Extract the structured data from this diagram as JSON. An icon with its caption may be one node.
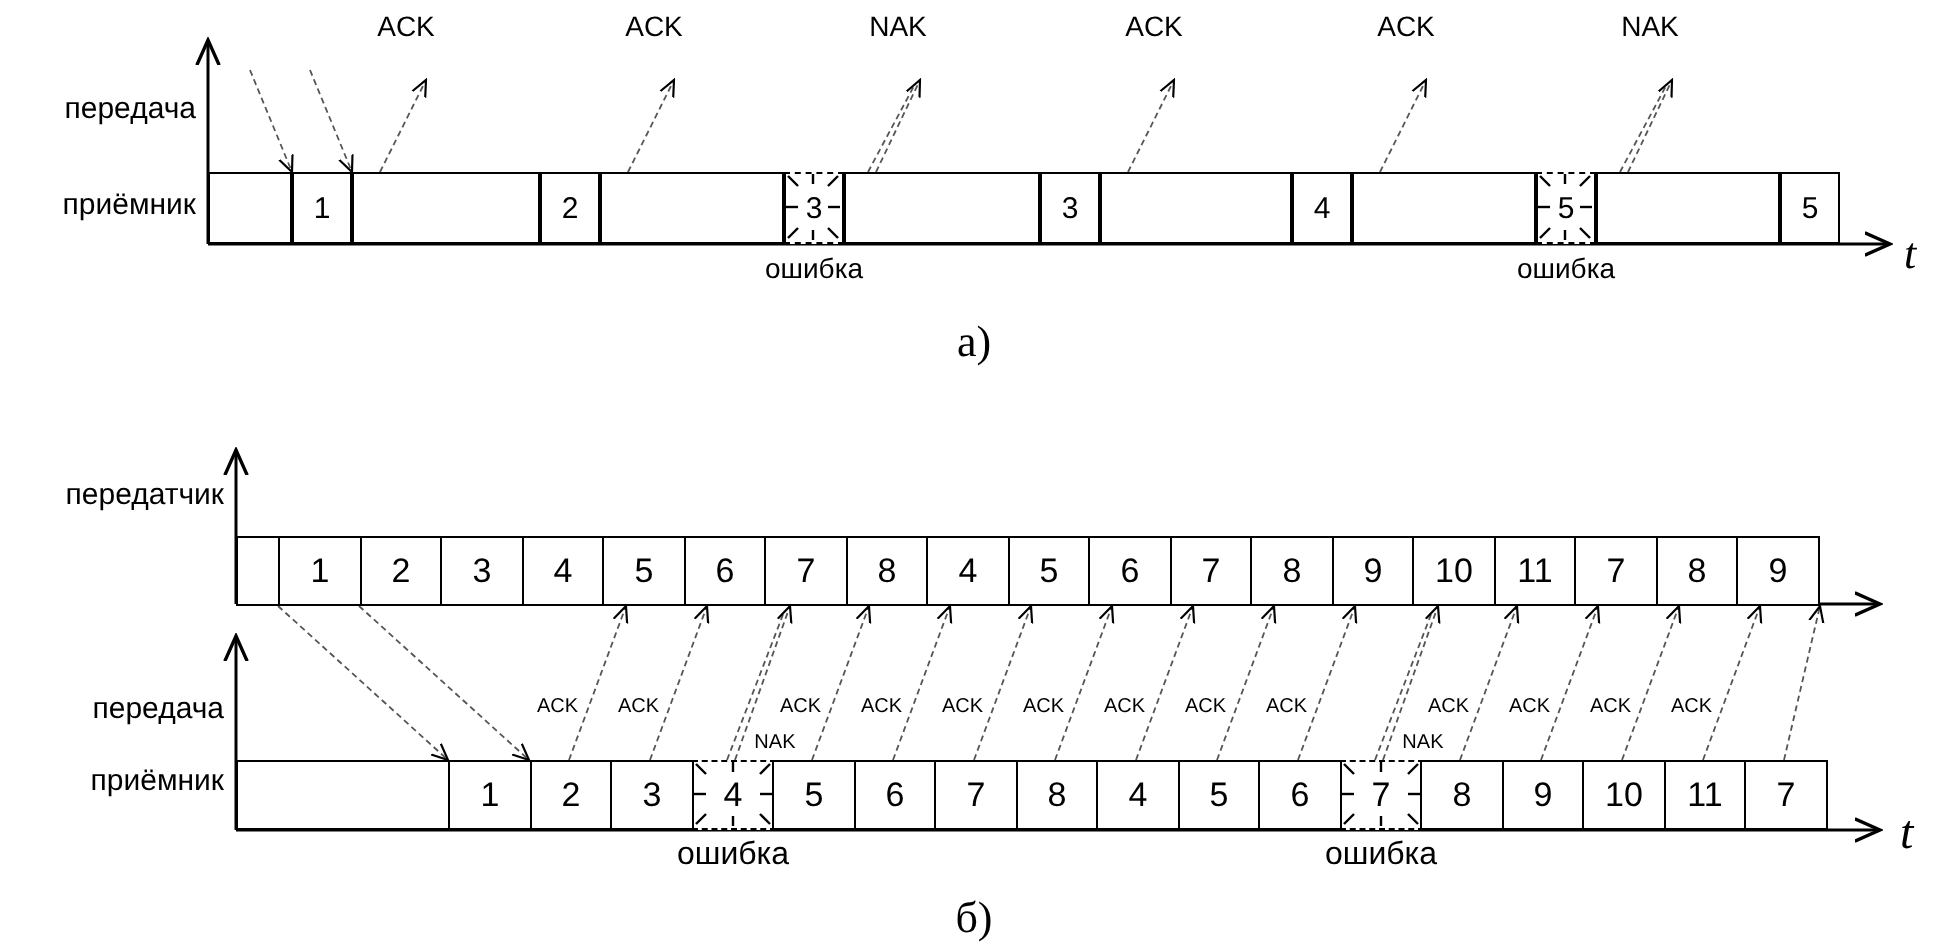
{
  "diagram": {
    "nodes": [
      {
        "text": [],
        "shape": "box"
      },
      {
        "text": [
          "1"
        ]
      },
      {
        "text": [],
        "shape": "box"
      },
      {
        "text": [
          "2"
        ]
      },
      {
        "text": [],
        "shape": "box"
      },
      {
        "text": [
          "3"
        ],
        "beside": [
          "ошибка"
        ]
      },
      {
        "text": [],
        "shape": "box"
      },
      {
        "text": [
          "3"
        ]
      },
      {
        "text": [],
        "shape": "box"
      },
      {
        "text": [
          "4"
        ]
      },
      {
        "text": [],
        "shape": "box"
      },
      {
        "text": [
          "5"
        ],
        "beside": [
          "ошибка"
        ]
      },
      {
        "text": [],
        "shape": "box"
      },
      {
        "text": [
          "5"
        ]
      },
      {
        "text": [],
        "shape": "box"
      },
      {
        "text": [
          "1"
        ]
      },
      {
        "text": [
          "2"
        ]
      },
      {
        "text": [
          "3"
        ]
      },
      {
        "text": [
          "4"
        ]
      },
      {
        "text": [
          "5"
        ]
      },
      {
        "text": [
          "6"
        ]
      },
      {
        "text": [
          "7"
        ]
      },
      {
        "text": [
          "8"
        ]
      },
      {
        "text": [
          "4"
        ]
      },
      {
        "text": [
          "5"
        ]
      },
      {
        "text": [
          "6"
        ]
      },
      {
        "text": [
          "7"
        ]
      },
      {
        "text": [
          "8"
        ]
      },
      {
        "text": [
          "9"
        ]
      },
      {
        "text": [
          "10"
        ]
      },
      {
        "text": [
          "11"
        ]
      },
      {
        "text": [
          "7"
        ]
      },
      {
        "text": [
          "8"
        ]
      },
      {
        "text": [
          "9"
        ]
      },
      {
        "text": [],
        "shape": "box"
      },
      {
        "text": [
          "1"
        ]
      },
      {
        "text": [
          "2"
        ]
      },
      {
        "text": [
          "3"
        ]
      },
      {
        "text": [
          "4"
        ],
        "beside": [
          "ошибка"
        ]
      },
      {
        "text": [
          "5"
        ]
      },
      {
        "text": [
          "6"
        ]
      },
      {
        "text": [
          "7"
        ]
      },
      {
        "text": [
          "8"
        ]
      },
      {
        "text": [
          "4"
        ]
      },
      {
        "text": [
          "5"
        ]
      },
      {
        "text": [
          "6"
        ]
      },
      {
        "text": [
          "7"
        ],
        "beside": [
          "ошибка"
        ]
      },
      {
        "text": [
          "8"
        ]
      },
      {
        "text": [
          "9"
        ]
      },
      {
        "text": [
          "10"
        ]
      },
      {
        "text": [
          "11"
        ]
      },
      {
        "text": [
          "7"
        ]
      }
    ],
    "edges": [
      {
        "from": null,
        "to": 1,
        "arrow": "to"
      },
      {
        "from": null,
        "to": 1,
        "arrow": "to"
      },
      {
        "from": 2,
        "to": null,
        "arrow": "to",
        "label": "ACK"
      },
      {
        "from": 4,
        "to": null,
        "arrow": "to",
        "label": "ACK"
      },
      {
        "from": 6,
        "to": null,
        "arrow": "to",
        "label": "NAK"
      },
      {
        "from": 8,
        "to": null,
        "arrow": "to",
        "label": "ACK"
      },
      {
        "from": 10,
        "to": null,
        "arrow": "to",
        "label": "ACK"
      },
      {
        "from": 12,
        "to": null,
        "arrow": "to",
        "label": "NAK"
      },
      {
        "from": 15,
        "to": 35,
        "arrow": "to"
      },
      {
        "from": 15,
        "to": 35,
        "arrow": "to"
      },
      {
        "from": 36,
        "to": 19,
        "arrow": "to",
        "label": "ACK"
      },
      {
        "from": 37,
        "to": 20,
        "arrow": "to",
        "label": "ACK"
      },
      {
        "from": 38,
        "to": 21,
        "arrow": "to",
        "label": "NAK"
      },
      {
        "from": 39,
        "to": 22,
        "arrow": "to",
        "label": "ACK"
      },
      {
        "from": 40,
        "to": 23,
        "arrow": "to",
        "label": "ACK"
      },
      {
        "from": 41,
        "to": 24,
        "arrow": "to",
        "label": "ACK"
      },
      {
        "from": 42,
        "to": 25,
        "arrow": "to",
        "label": "ACK"
      },
      {
        "from": 43,
        "to": 26,
        "arrow": "to",
        "label": "ACK"
      },
      {
        "from": 44,
        "to": 27,
        "arrow": "to",
        "label": "ACK"
      },
      {
        "from": 45,
        "to": 28,
        "arrow": "to",
        "label": "ACK"
      },
      {
        "from": 46,
        "to": 29,
        "arrow": "to",
        "label": "NAK"
      },
      {
        "from": 47,
        "to": 30,
        "arrow": "to",
        "label": "ACK"
      },
      {
        "from": 48,
        "to": 31,
        "arrow": "to",
        "label": "ACK"
      },
      {
        "from": 49,
        "to": 32,
        "arrow": "to",
        "label": "ACK"
      },
      {
        "from": 50,
        "to": 33,
        "arrow": "to",
        "label": "ACK"
      },
      {
        "from": 51,
        "to": 33,
        "arrow": "to"
      }
    ],
    "labels": [
      "передача",
      "приёмник",
      "t",
      "а)",
      "передатчик",
      "передача",
      "приёмник",
      "t",
      "б)"
    ]
  }
}
